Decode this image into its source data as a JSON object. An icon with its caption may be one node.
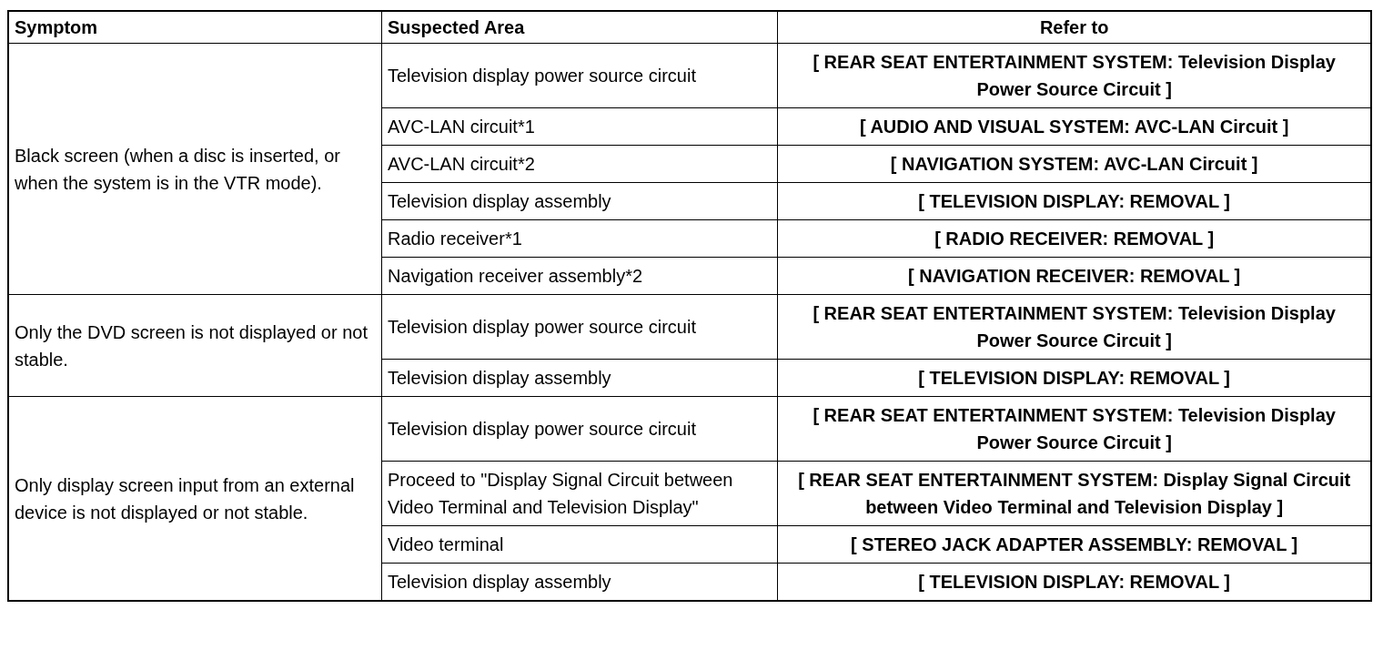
{
  "diagram": {
    "labels": [
      "Symptom",
      "Suspected Area",
      "Refer to",
      "Black screen (when a disc is inserted, or when the system is in the VTR mode).",
      "Television display power source circuit",
      "[ REAR SEAT ENTERTAINMENT SYSTEM: Television Display Power Source Circuit ]",
      "AVC-LAN circuit*1",
      "[ AUDIO AND VISUAL SYSTEM: AVC-LAN Circuit ]",
      "AVC-LAN circuit*2",
      "[ NAVIGATION SYSTEM: AVC-LAN Circuit ]",
      "Television display assembly",
      "[ TELEVISION DISPLAY: REMOVAL ]",
      "Radio receiver*1",
      "[ RADIO RECEIVER: REMOVAL ]",
      "Navigation receiver assembly*2",
      "[ NAVIGATION RECEIVER: REMOVAL ]",
      "Only the DVD screen is not displayed or not stable.",
      "Television display power source circuit",
      "[ REAR SEAT ENTERTAINMENT SYSTEM: Television Display Power Source Circuit ]",
      "Television display assembly",
      "[ TELEVISION DISPLAY: REMOVAL ]",
      "Only display screen input from an external device is not displayed or not stable.",
      "Television display power source circuit",
      "[ REAR SEAT ENTERTAINMENT SYSTEM: Television Display Power Source Circuit ]",
      "Proceed to \"Display Signal Circuit between Video Terminal and Television Display\"",
      "[ REAR SEAT ENTERTAINMENT SYSTEM: Display Signal Circuit between Video Terminal and Television Display ]",
      "Video terminal",
      "[ STEREO JACK ADAPTER ASSEMBLY: REMOVAL ]",
      "Television display assembly",
      "[ TELEVISION DISPLAY: REMOVAL ]"
    ]
  }
}
